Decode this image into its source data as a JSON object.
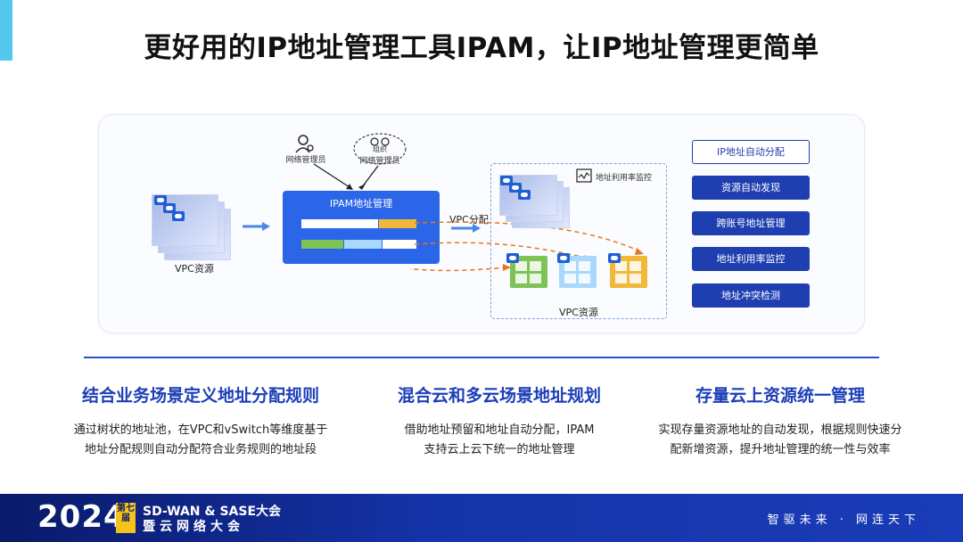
{
  "header": {
    "title": "更好用的IP地址管理工具IPAM，让IP地址管理更简单"
  },
  "diagram": {
    "left_label": "VPC资源",
    "role_admin": "网络管理员",
    "role_org": "组织",
    "role_org_admin": "网络管理员",
    "ipam_title": "IPAM地址管理",
    "arrow_label": "VPC分配",
    "monitor_label": "地址利用率监控",
    "right_label": "VPC资源"
  },
  "features": [
    {
      "label": "IP地址自动分配",
      "style": "outline"
    },
    {
      "label": "资源自动发现",
      "style": "filled"
    },
    {
      "label": "跨账号地址管理",
      "style": "filled"
    },
    {
      "label": "地址利用率监控",
      "style": "filled"
    },
    {
      "label": "地址冲突检测",
      "style": "filled"
    }
  ],
  "columns": [
    {
      "title": "结合业务场景定义地址分配规则",
      "line1": "通过树状的地址池，在VPC和vSwitch等维度基于",
      "line2": "地址分配规则自动分配符合业务规则的地址段"
    },
    {
      "title": "混合云和多云场景地址规划",
      "line1": "借助地址预留和地址自动分配，IPAM",
      "line2": "支持云上云下统一的地址管理"
    },
    {
      "title": "存量云上资源统一管理",
      "line1": "实现存量资源地址的自动发现，根据规则快速分",
      "line2": "配新增资源，提升地址管理的统一性与效率"
    }
  ],
  "footer": {
    "year": "2024",
    "badge": "第七届",
    "event_line1": "SD-WAN & SASE大会",
    "event_line2": "暨云网络大会",
    "slogan": "智驱未来 · 网连天下"
  },
  "colors": {
    "accent": "#55c8f0",
    "brand_blue": "#1f3fb0",
    "ipam_blue": "#2c66e8",
    "title_blue": "#1c3fb8",
    "orange": "#e8741f"
  }
}
